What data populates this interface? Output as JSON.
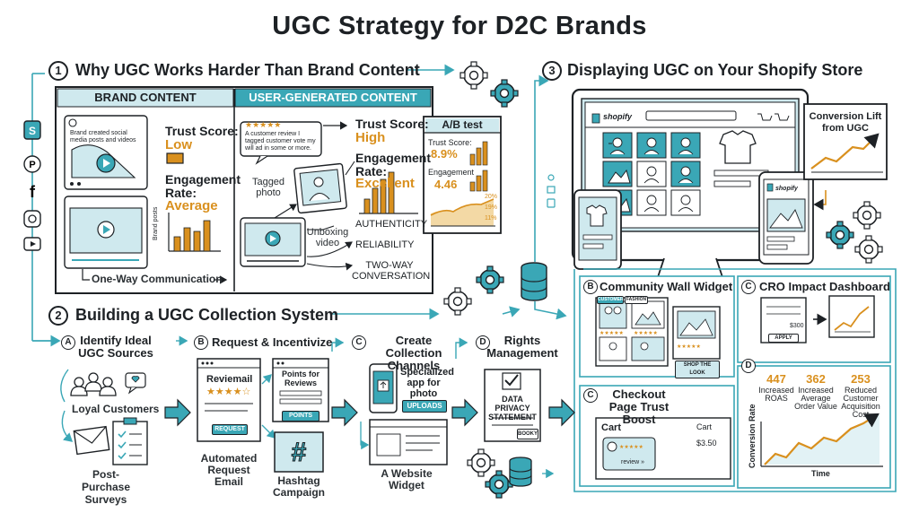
{
  "title": "UGC Strategy for D2C Brands",
  "sections": {
    "s1": {
      "num": "1",
      "title": "Why UGC Works Harder Than Brand Content"
    },
    "s2": {
      "num": "2",
      "title": "Building a UGC Collection System"
    },
    "s3": {
      "num": "3",
      "title": "Displaying UGC on Your Shopify Store"
    }
  },
  "brand": {
    "header": "BRAND CONTENT",
    "post_text": "Brand created social media posts and videos",
    "trust_label": "Trust Score:",
    "trust_value": "Low",
    "engagement_label": "Engagement Rate:",
    "engagement_value": "Average",
    "chart_axis": "Brand posts",
    "footer": "One-Way Communication"
  },
  "ugc": {
    "header": "USER-GENERATED CONTENT",
    "review_text": "A customer review I tagged customer vote my will ad in some or more.",
    "tagged_photo": "Tagged photo",
    "unboxing": "Unboxing video",
    "trust_label": "Trust Score:",
    "trust_value": "High",
    "engagement_label": "Engagement Rate:",
    "engagement_value": "Excellent",
    "authenticity": "AUTHENTICITY",
    "reliability": "RELIABILITY",
    "two_way": "TWO-WAY CONVERSATION"
  },
  "ab_test": {
    "title": "A/B test",
    "trust_label": "Trust Score:",
    "trust_value": "8.9%",
    "engagement_label": "Engagement",
    "engagement_value": "4.46",
    "ticks": [
      "20%",
      "19%",
      "11%"
    ]
  },
  "collection": {
    "a": {
      "letter": "A",
      "title": "Identify Ideal UGC Sources",
      "item1": "Loyal Customers",
      "item2": "Post-Purchase Surveys"
    },
    "b": {
      "letter": "B",
      "title": "Request & Incentivize",
      "card1": "Reviemail",
      "card1_button": "REQUEST",
      "card2": "Points for Reviews",
      "card2_button": "POINTS",
      "item1": "Automated Request Email",
      "item2": "Hashtag Campaign"
    },
    "c": {
      "letter": "C",
      "title": "Create Collection Channels",
      "app_label": "Specialized app for photo",
      "app_button": "UPLOADS",
      "widget_label": "A Website Widget"
    },
    "d": {
      "letter": "D",
      "title": "Rights Management",
      "doc_title": "DATA PRIVACY STATEMENT",
      "doc_button": "BOOKY"
    }
  },
  "display": {
    "brand_name": "shopify",
    "conversion_lift": "Conversion Lift from UGC",
    "b": {
      "letter": "B",
      "title": "Community Wall Widget",
      "tab1": "CUSTOMER",
      "tab2": "FASHION",
      "button": "SHOP THE LOOK"
    },
    "c": {
      "letter": "C",
      "title": "CRO Impact Dashboard",
      "value": "$300",
      "button": "APPLY"
    },
    "c2": {
      "letter": "C",
      "title": "Checkout Page Trust Boost",
      "cart1": "Cart",
      "cart2": "Cart",
      "price": "$3.50",
      "review": "review »"
    },
    "d": {
      "letter": "D",
      "metrics": [
        {
          "value": "447",
          "label": "Increased ROAS"
        },
        {
          "value": "362",
          "label": "Increased Average Order Value"
        },
        {
          "value": "253",
          "label": "Reduced Customer Acquisition Cost"
        }
      ],
      "y_label": "Conversion Rate",
      "x_label": "Time"
    }
  },
  "colors": {
    "teal": "#3aa7b6",
    "gold": "#d9901e",
    "ink": "#1d2125",
    "light_teal": "#cfe9ee"
  }
}
